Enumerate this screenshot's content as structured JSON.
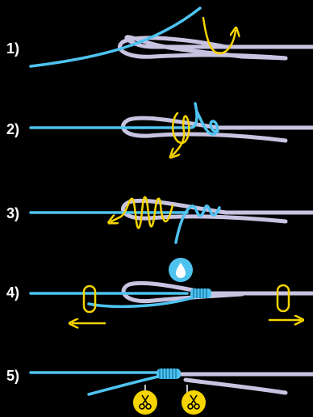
{
  "steps": [
    {
      "label": "1)"
    },
    {
      "label": "2)"
    },
    {
      "label": "3)"
    },
    {
      "label": "4)"
    },
    {
      "label": "5)"
    }
  ],
  "colors": {
    "background": "#000000",
    "blue_line": "#4fc3f0",
    "lavender_line": "#c9c3e2",
    "yellow_line": "#f5d400",
    "label": "#ffffff"
  },
  "icons": {
    "step4": "water-drop-icon",
    "step5": [
      "scissors-icon",
      "scissors-icon"
    ]
  }
}
